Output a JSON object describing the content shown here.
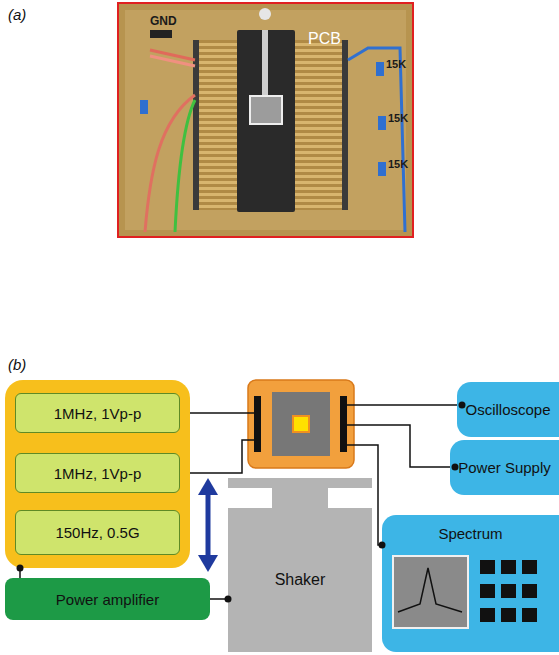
{
  "diagram": {
    "nodes": [
      {
        "text": []
      },
      {
        "text": [
          "1MHz, 1Vp-p"
        ],
        "in": 0
      },
      {
        "text": [
          "1MHz, 1Vp-p"
        ],
        "in": 0
      },
      {
        "text": [
          "150Hz, 0.5G"
        ],
        "in": 0
      },
      {
        "text": [
          "Oscilloscope"
        ]
      },
      {
        "text": [
          "Power Supply"
        ]
      },
      {
        "text": [
          "Spectrum"
        ]
      },
      {
        "text": [
          "Shaker"
        ]
      },
      {
        "text": [
          "Power amplifier"
        ]
      }
    ],
    "edges": [
      {
        "from": 0,
        "to": 8,
        "arrow": "none"
      },
      {
        "from": 8,
        "to": 7,
        "arrow": "none"
      }
    ],
    "labels": [
      "(a)",
      "GND",
      "PCB",
      "15K",
      "15K",
      "15K",
      "(b)"
    ]
  }
}
